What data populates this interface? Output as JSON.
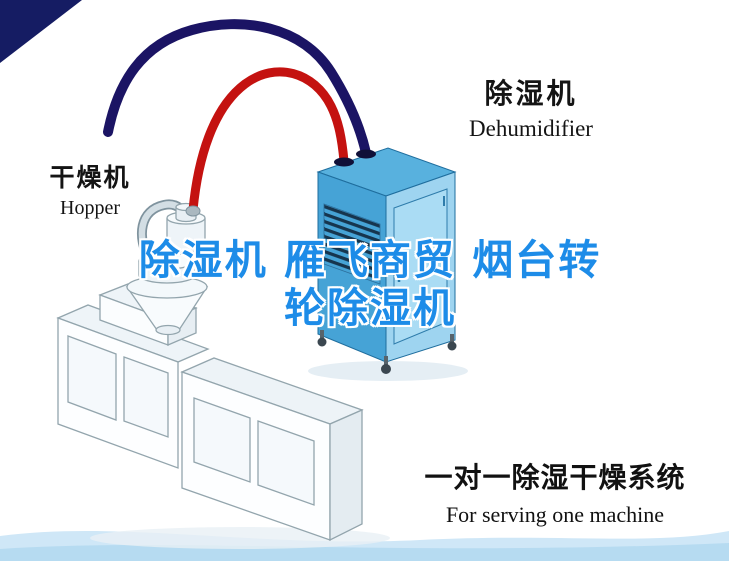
{
  "labels": {
    "dehumidifier": {
      "zh": "除湿机",
      "en": "Dehumidifier"
    },
    "hopper": {
      "zh": "干燥机",
      "en": "Hopper"
    },
    "caption": {
      "zh": "一对一除湿干燥系统",
      "en": "For serving one machine"
    }
  },
  "watermark": {
    "line1": "除湿机 雁飞商贸 烟台转",
    "line2": "轮除湿机"
  },
  "colors": {
    "corner_navy": "#151c63",
    "pipe_navy": "#1b1464",
    "pipe_red": "#c41210",
    "dehumidifier_front": "#46a3d6",
    "dehumidifier_side": "#9ed4f0",
    "dehumidifier_top": "#58b1de",
    "vent_dark": "#16354e",
    "watermark_blue": "#1d8ce8",
    "wave_blue": "#cfe7f7",
    "wave_blue_deep": "#aed7ef"
  }
}
